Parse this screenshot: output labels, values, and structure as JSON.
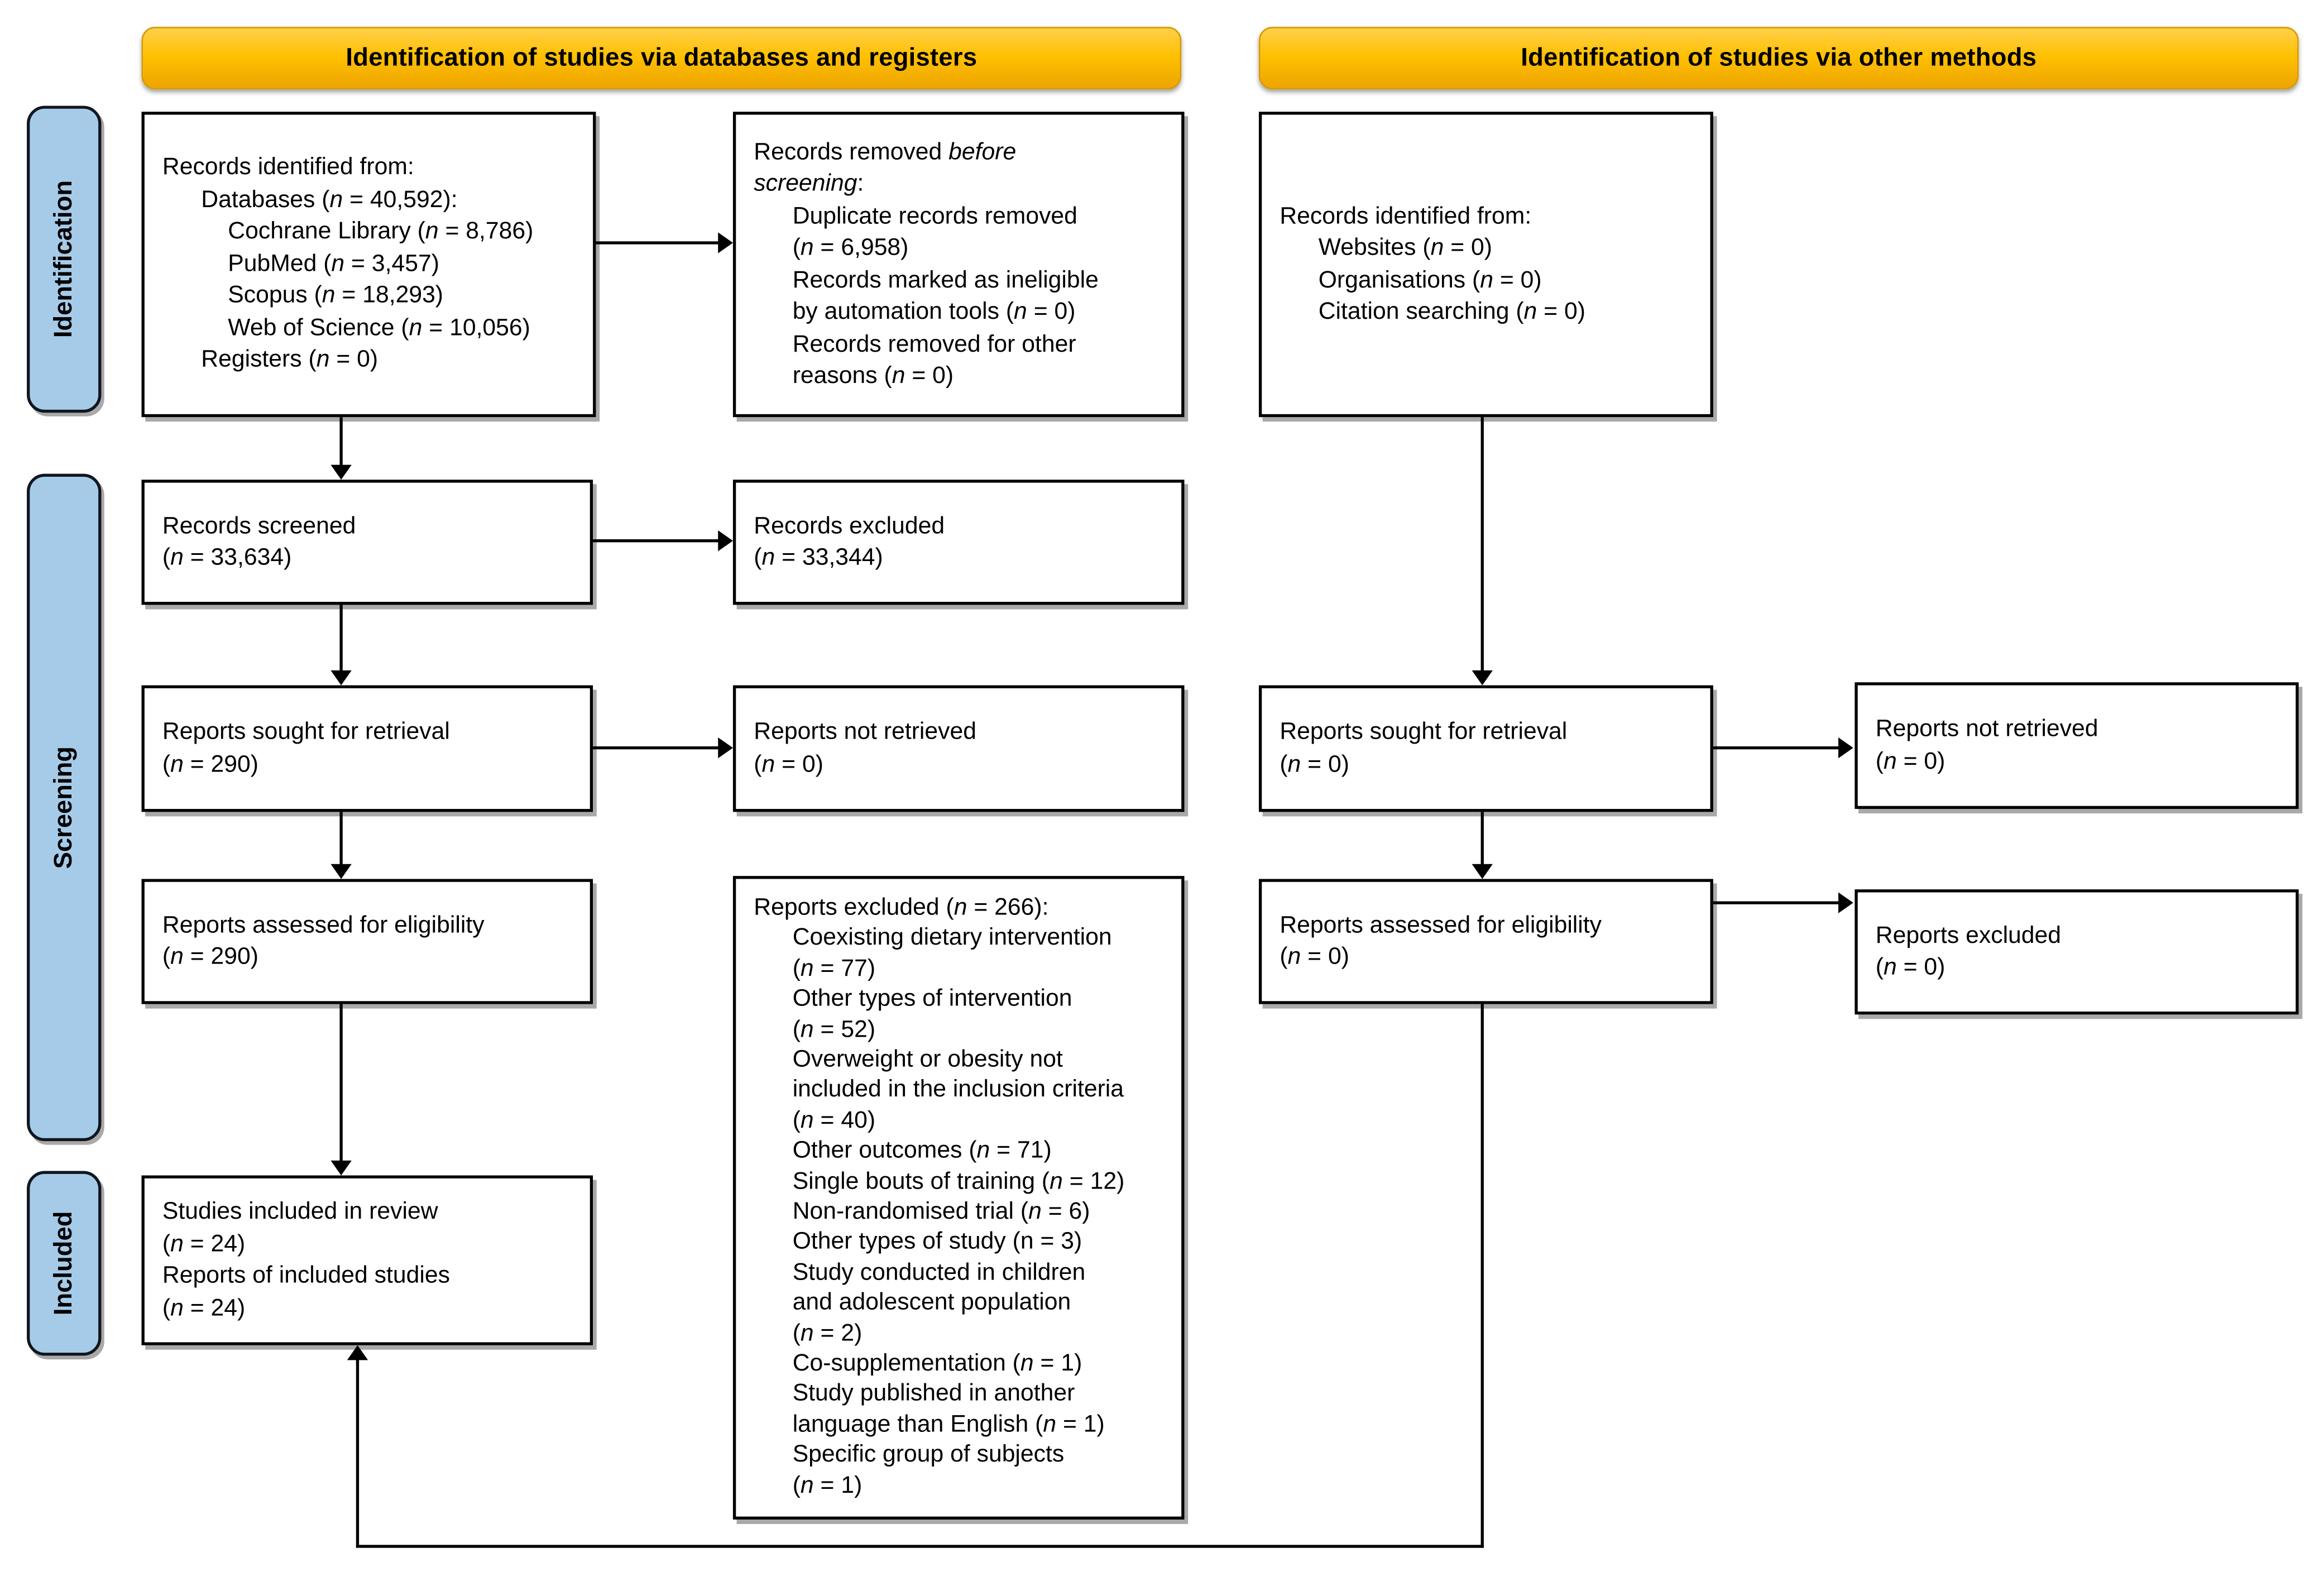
{
  "diagram": {
    "title_headers": {
      "databases": "Identification of studies via databases and registers",
      "other": "Identification of studies via other methods"
    },
    "stages": {
      "identification": "Identification",
      "screening": "Screening",
      "included": "Included"
    },
    "colors": {
      "header_bg": "#FFC000",
      "header_border": "#D79B00",
      "stage_bg": "#A6CBE9",
      "stage_border": "#10161F",
      "box_bg": "#FFFFFF",
      "box_border": "#000000",
      "line": "#000000",
      "shadow": "#A9A9A9"
    },
    "boxes": {
      "records_identified_db": {
        "lines": [
          {
            "t": "Records identified from:",
            "i": 0
          },
          {
            "t": "Databases (*n* = 40,592):",
            "i": 1
          },
          {
            "t": "Cochrane Library (*n* = 8,786)",
            "i": 2
          },
          {
            "t": "PubMed (*n* = 3,457)",
            "i": 2
          },
          {
            "t": "Scopus (*n* = 18,293)",
            "i": 2
          },
          {
            "t": "Web of Science (*n* = 10,056)",
            "i": 2
          },
          {
            "t": "Registers (*n* = 0)",
            "i": 1
          }
        ]
      },
      "records_removed": {
        "lines": [
          {
            "t": "Records removed *before*",
            "i": 0
          },
          {
            "t": "*screening*:",
            "i": 0
          },
          {
            "t": "Duplicate records removed",
            "i": 1
          },
          {
            "t": "(*n* = 6,958)",
            "i": 1
          },
          {
            "t": "Records marked as ineligible",
            "i": 1
          },
          {
            "t": "by automation tools (*n* = 0)",
            "i": 1
          },
          {
            "t": "Records removed for other",
            "i": 1
          },
          {
            "t": "reasons (*n* = 0)",
            "i": 1
          }
        ]
      },
      "records_screened": {
        "lines": [
          {
            "t": "Records screened",
            "i": 0
          },
          {
            "t": "(*n* = 33,634)",
            "i": 0
          }
        ]
      },
      "records_excluded": {
        "lines": [
          {
            "t": "Records excluded",
            "i": 0
          },
          {
            "t": "(*n* = 33,344)",
            "i": 0
          }
        ]
      },
      "reports_sought_db": {
        "lines": [
          {
            "t": "Reports sought for retrieval",
            "i": 0
          },
          {
            "t": "(*n* = 290)",
            "i": 0
          }
        ]
      },
      "reports_not_retrieved_db": {
        "lines": [
          {
            "t": "Reports not retrieved",
            "i": 0
          },
          {
            "t": "(*n* = 0)",
            "i": 0
          }
        ]
      },
      "reports_assessed_db": {
        "lines": [
          {
            "t": "Reports assessed for eligibility",
            "i": 0
          },
          {
            "t": "(*n* = 290)",
            "i": 0
          }
        ]
      },
      "reports_excluded_reasons": {
        "lines": [
          {
            "t": "Reports excluded (*n* = 266):",
            "i": 0
          },
          {
            "t": "Coexisting dietary intervention",
            "i": 1
          },
          {
            "t": "(*n* = 77)",
            "i": 1
          },
          {
            "t": "Other types of intervention",
            "i": 1
          },
          {
            "t": "(*n* = 52)",
            "i": 1
          },
          {
            "t": "Overweight or obesity not",
            "i": 1
          },
          {
            "t": "included in the inclusion criteria",
            "i": 1
          },
          {
            "t": "(*n* = 40)",
            "i": 1
          },
          {
            "t": "Other outcomes (*n* = 71)",
            "i": 1
          },
          {
            "t": "Single bouts of training (*n* = 12)",
            "i": 1
          },
          {
            "t": "Non-randomised trial (*n* = 6)",
            "i": 1
          },
          {
            "t": "Other types of study (n = 3)",
            "i": 1
          },
          {
            "t": "Study conducted in children",
            "i": 1
          },
          {
            "t": "and adolescent population",
            "i": 1
          },
          {
            "t": "(*n* = 2)",
            "i": 1
          },
          {
            "t": "Co-supplementation (*n* = 1)",
            "i": 1
          },
          {
            "t": "Study published in another",
            "i": 1
          },
          {
            "t": "language than English (*n* = 1)",
            "i": 1
          },
          {
            "t": "Specific group of subjects",
            "i": 1
          },
          {
            "t": "(*n* = 1)",
            "i": 1
          }
        ]
      },
      "studies_included": {
        "lines": [
          {
            "t": "Studies included in review",
            "i": 0
          },
          {
            "t": "(*n* = 24)",
            "i": 0
          },
          {
            "t": "Reports of included studies",
            "i": 0
          },
          {
            "t": "(*n* = 24)",
            "i": 0
          }
        ]
      },
      "records_identified_other": {
        "lines": [
          {
            "t": "Records identified from:",
            "i": 0
          },
          {
            "t": "Websites (*n* = 0)",
            "i": 1
          },
          {
            "t": "Organisations (*n* = 0)",
            "i": 1
          },
          {
            "t": "Citation searching (*n* = 0)",
            "i": 1
          }
        ]
      },
      "reports_sought_other": {
        "lines": [
          {
            "t": "Reports sought for retrieval",
            "i": 0
          },
          {
            "t": "(*n* = 0)",
            "i": 0
          }
        ]
      },
      "reports_not_retrieved_other": {
        "lines": [
          {
            "t": "Reports not retrieved",
            "i": 0
          },
          {
            "t": "(*n* = 0)",
            "i": 0
          }
        ]
      },
      "reports_assessed_other": {
        "lines": [
          {
            "t": "Reports assessed for eligibility",
            "i": 0
          },
          {
            "t": "(*n* = 0)",
            "i": 0
          }
        ]
      },
      "reports_excluded_other": {
        "lines": [
          {
            "t": "Reports excluded",
            "i": 0
          },
          {
            "t": "(*n* = 0)",
            "i": 0
          }
        ]
      }
    }
  }
}
